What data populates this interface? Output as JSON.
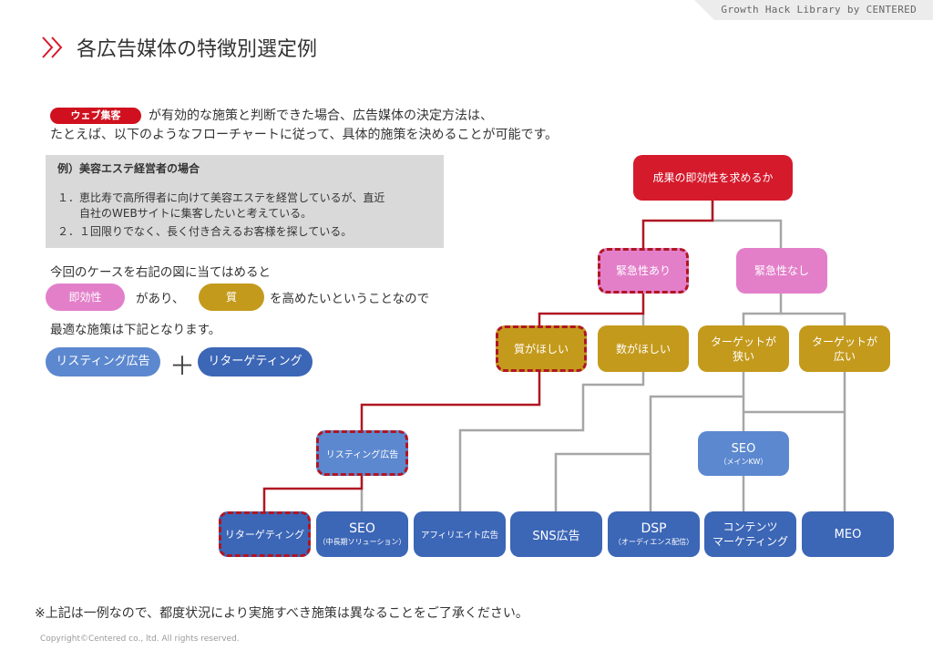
{
  "brand": "Growth Hack Library by CENTERED",
  "title": "各広告媒体の特徴別選定例",
  "intro": {
    "tag": "ウェブ集客",
    "line1": "が有効的な施策と判断できた場合、広告媒体の決定方法は、",
    "line2": "たとえば、以下のようなフローチャートに従って、具体的施策を決めることが可能です。"
  },
  "example": {
    "heading": "例）美容エステ経営者の場合",
    "items": [
      "１．恵比寿で高所得者に向けて美容エステを経営しているが、直近",
      "　　自社のWEBサイトに集客したいと考えている。",
      "２．１回限りでなく、長く付き合えるお客様を探している。"
    ]
  },
  "case": {
    "line1": "今回のケースを右記の図に当てはめると",
    "pill1": "即効性",
    "mid1": "があり、",
    "pill2": "質",
    "mid2": "を高めたいということなので",
    "line3": "最適な施策は下記となります。",
    "answer1": "リスティング広告",
    "plus": "＋",
    "answer2": "リターゲティング"
  },
  "flowchart": {
    "root": "成果の即効性を求めるか",
    "urgent_yes": "緊急性あり",
    "urgent_no": "緊急性なし",
    "quality": "質がほしい",
    "quantity": "数がほしい",
    "target_narrow": "ターゲットが\n狭い",
    "target_wide": "ターゲットが\n広い",
    "listing": "リスティング広告",
    "seo_main": "SEO",
    "seo_main_sub": "（メインKW）",
    "retargeting": "リターゲティング",
    "seo_long": "SEO",
    "seo_long_sub": "（中長期ソリューション）",
    "affiliate": "アフィリエイト広告",
    "sns": "SNS広告",
    "dsp": "DSP",
    "dsp_sub": "（オーディエンス配信）",
    "content": "コンテンツ\nマーケティング",
    "meo": "MEO"
  },
  "colors": {
    "red": "#d51a2c",
    "pink": "#e37fc9",
    "gold": "#c49a1c",
    "blue": "#3c66b6",
    "light_blue": "#5c88cf",
    "path_line": "#b01623",
    "gray_line": "#a6a6a6"
  },
  "note": "※上記は一例なので、都度状況により実施すべき施策は異なることをご了承ください。",
  "copyright": "Copyright©Centered co., ltd. All rights reserved."
}
